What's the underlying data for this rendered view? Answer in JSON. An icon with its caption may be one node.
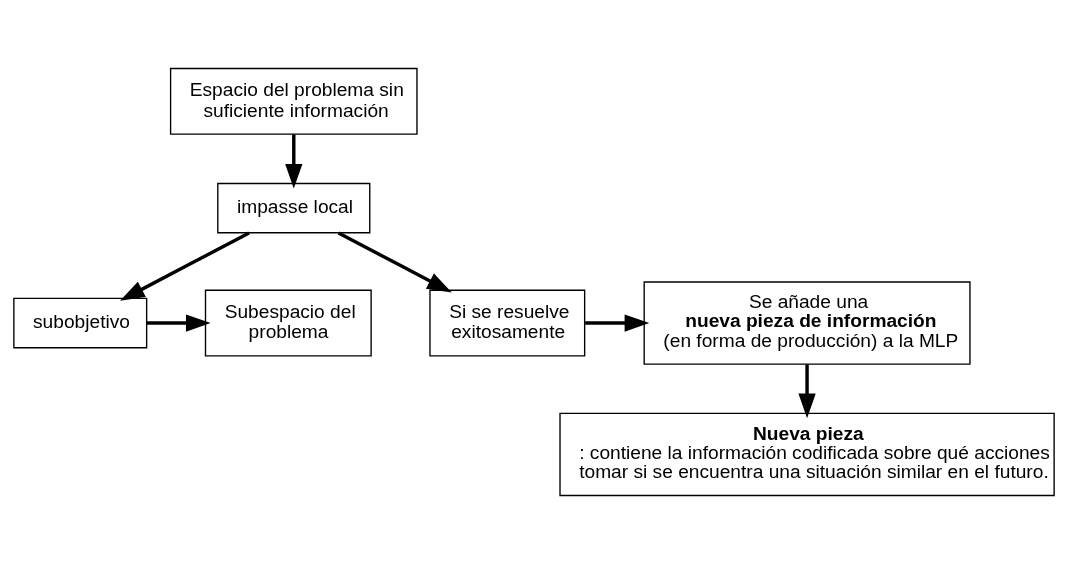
{
  "diagram": {
    "nodes": [
      {
        "text": [
          "Espacio del problema sin suficiente información"
        ]
      },
      {
        "text": [
          "impasse local"
        ]
      },
      {
        "text": [
          "subobjetivo"
        ]
      },
      {
        "text": [
          "Subespacio del problema"
        ]
      },
      {
        "text": [
          "Si se resuelve exitosamente"
        ]
      },
      {
        "text": [
          "Se añade una **nueva pieza de información** (en forma de producción) a la MLP"
        ]
      },
      {
        "text": [
          "**Nueva pieza**: contiene la información codificada sobre qué acciones tomar si se encuentra una situación similar en el futuro."
        ]
      }
    ],
    "edges": [
      {
        "from": 0,
        "to": 1,
        "arrow": "to"
      },
      {
        "from": 1,
        "to": 2,
        "arrow": "to"
      },
      {
        "from": 2,
        "to": 3,
        "arrow": "to"
      },
      {
        "from": 1,
        "to": 4,
        "arrow": "to"
      },
      {
        "from": 4,
        "to": 5,
        "arrow": "to"
      },
      {
        "from": 5,
        "to": 6,
        "arrow": "to"
      }
    ]
  }
}
